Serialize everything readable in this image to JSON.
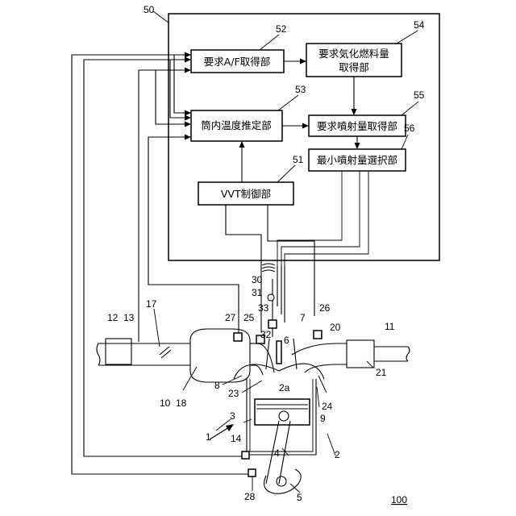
{
  "blocks": {
    "b52": "要求A/F取得部",
    "b54_line1": "要求気化燃料量",
    "b54_line2": "取得部",
    "b53": "筒内温度推定部",
    "b55": "要求噴射量取得部",
    "b56": "最小噴射量選択部",
    "b51": "VVT制御部"
  },
  "refs": {
    "r50": "50",
    "r52": "52",
    "r54": "54",
    "r53": "53",
    "r55": "55",
    "r56": "56",
    "r51": "51",
    "r30": "30",
    "r31": "31",
    "r33": "33",
    "r32": "32",
    "r25": "25",
    "r27": "27",
    "r26": "26",
    "r7": "7",
    "r6": "6",
    "r20": "20",
    "r11": "11",
    "r21": "21",
    "r12": "12",
    "r13": "13",
    "r17": "17",
    "r10": "10",
    "r18": "18",
    "r8": "8",
    "r23": "23",
    "r2a": "2a",
    "r24": "24",
    "r9": "9",
    "r3": "3",
    "r1": "1",
    "r14": "14",
    "r4": "4",
    "r2": "2",
    "r28": "28",
    "r5": "5",
    "r100": "100"
  }
}
